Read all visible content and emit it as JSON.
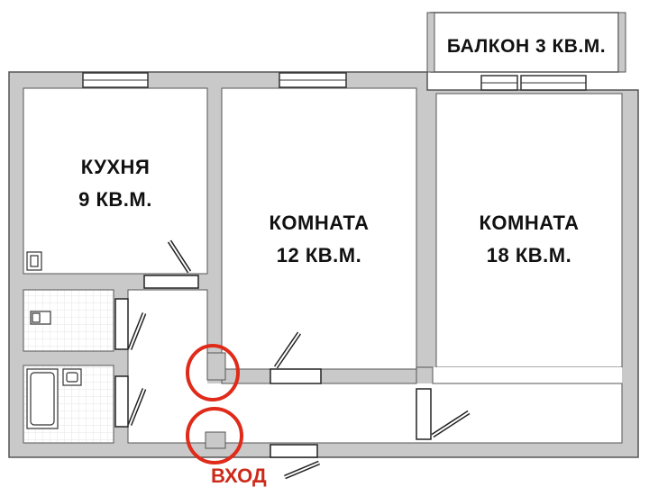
{
  "rooms": {
    "balcony": {
      "name": "БАЛКОН",
      "area": "3 КВ.М."
    },
    "kitchen": {
      "name": "КУХНЯ",
      "area": "9 КВ.М."
    },
    "room_middle": {
      "name": "КОМНАТА",
      "area": "12 КВ.М."
    },
    "room_right": {
      "name": "КОМНАТА",
      "area": "18 КВ.М."
    }
  },
  "entrance": {
    "label": "ВХОД"
  },
  "colors": {
    "wall": "#c9c9c9",
    "wall_outline": "#555555",
    "highlight": "#e02a1a",
    "text": "#111111"
  }
}
